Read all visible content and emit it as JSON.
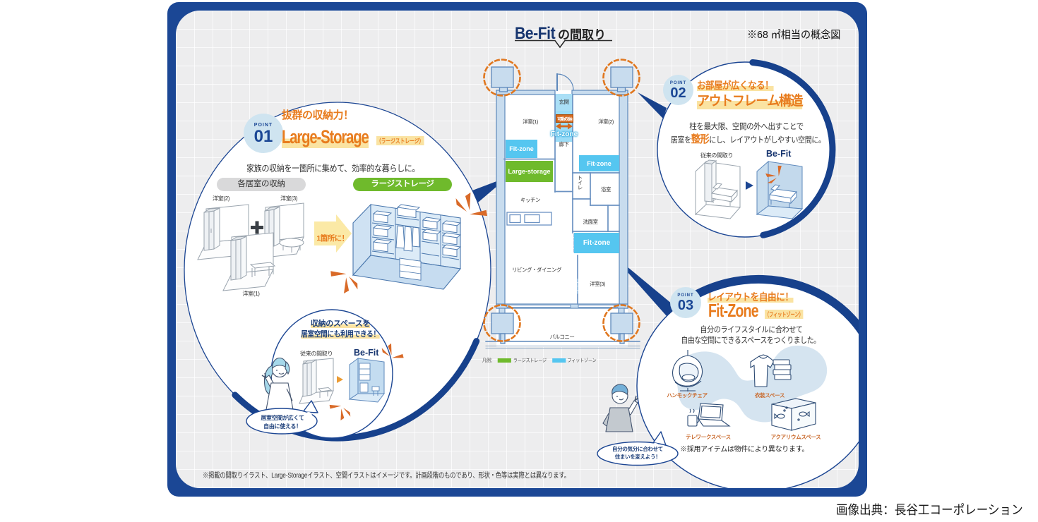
{
  "title": {
    "brand": "Be-Fit",
    "suffix": "の間取り"
  },
  "note_top_right": "※68 ㎡相当の概念図",
  "plan": {
    "rooms": {
      "genkan": "玄関",
      "room1": "洋室(1)",
      "room2": "洋室(2)",
      "room3": "洋室(3)",
      "corridor": "廊下",
      "kitchen": "キッチン",
      "toilet": "トイレ",
      "bath": "浴室",
      "washroom": "洗面室",
      "living": "リビング・ダイニング",
      "balcony": "バルコニー"
    },
    "zones": {
      "fit_zone": "Fit-zone",
      "large_storage": "Large-storage",
      "movable_badge": "可動収納"
    },
    "legend": {
      "label": "凡例：",
      "items": [
        {
          "name": "ラージストレージ",
          "color": "#6fba2c"
        },
        {
          "name": "フィットゾーン",
          "color": "#55c6f0"
        }
      ]
    }
  },
  "p1": {
    "badge": "POINT",
    "number": "01",
    "tagline": "抜群の収納力！",
    "heading": "Large-Storage",
    "heading_sub": "（ラージストレージ）",
    "description": "家族の収納を一箇所に集めて、効率的な暮らしに。",
    "before_pill": "各居室の収納",
    "after_pill": "ラージストレージ",
    "room_a": "洋室(2)",
    "room_b": "洋室(3)",
    "room_c": "洋室(1)",
    "arrow_label": "1箇所に！",
    "sub_line1": "収納のスペースを",
    "sub_line2": "居室空間にも利用できる！",
    "before_label": "従来の間取り",
    "after_label": "Be-Fit",
    "speech_line1": "居室空間が広くて",
    "speech_line2": "自由に使える！"
  },
  "p2": {
    "badge": "POINT",
    "number": "02",
    "tagline": "お部屋が広くなる！",
    "heading": "アウトフレーム構造",
    "desc_line1": "柱を最大限、空間の外へ出すことで",
    "desc_line2_pre": "居室を",
    "desc_line2_em": "整形",
    "desc_line2_post": "にし、レイアウトがしやすい空間に。",
    "before_label": "従来の間取り",
    "after_label": "Be-Fit"
  },
  "p3": {
    "badge": "POINT",
    "number": "03",
    "tagline": "レイアウトを自由に！",
    "heading": "Fit-Zone",
    "heading_sub": "（フィットゾーン）",
    "desc_line1": "自分のライフスタイルに合わせて",
    "desc_line2": "自由な空間にできるスペースをつくりました。",
    "items": [
      {
        "name": "ハンモックチェア"
      },
      {
        "name": "衣装スペース"
      },
      {
        "name": "テレワークスペース"
      },
      {
        "name": "アクアリウムスペース"
      }
    ],
    "note": "※採用アイテムは物件により異なります。",
    "speech_line1": "自分の気分に合わせて",
    "speech_line2": "住まいを変えよう！"
  },
  "footer": {
    "disclaimer": "※掲載の間取りイラスト、Large-Storageイラスト、空間イラストはイメージです。計画段階のものであり、形状・色等は実際とは異なります。",
    "caption": "画像出典：長谷工コーポレーション"
  },
  "colors": {
    "frame_navy": "#1b4795",
    "accent_orange": "#e87c1e",
    "highlight_yellow": "#fae3a2",
    "fit_zone_blue": "#55c6f0",
    "large_storage_green": "#6fba2c",
    "point_badge_blue": "#cfe4f0",
    "wall_blue": "#c8dcee",
    "dashed_circle_orange": "#e0771f"
  }
}
